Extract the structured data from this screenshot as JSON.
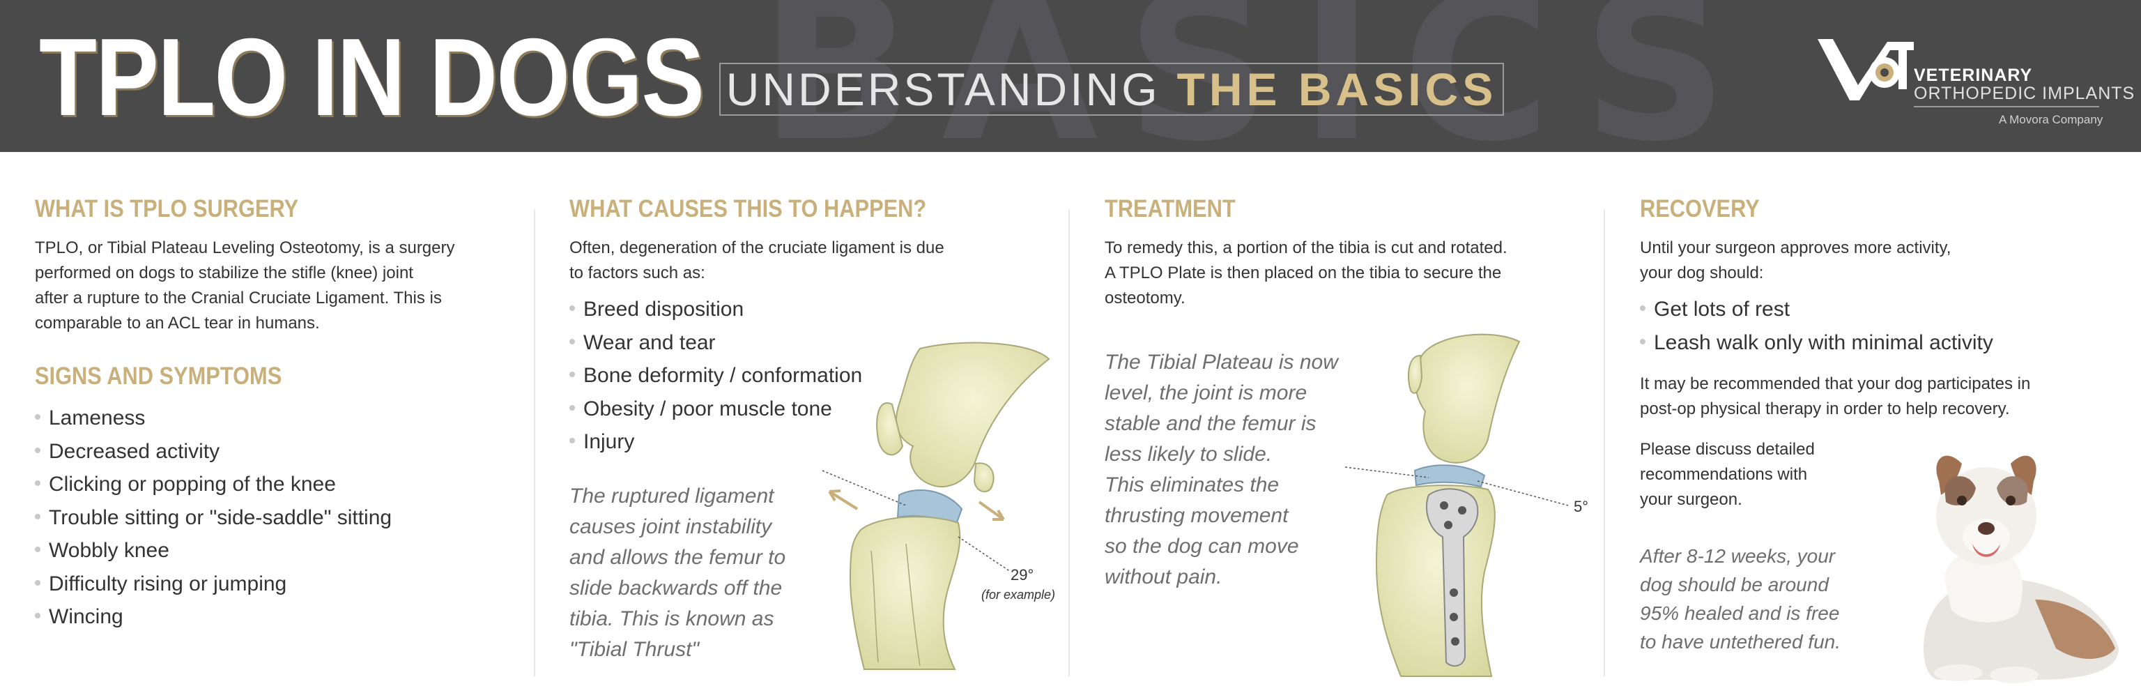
{
  "header": {
    "background_word": "BASICS",
    "title": "TPLO IN DOGS",
    "subtitle_light": "UNDERSTANDING",
    "subtitle_bold": "THE BASICS",
    "logo": {
      "line1": "VETERINARY",
      "line2": "ORTHOPEDIC IMPLANTS",
      "line3": "A Movora Company"
    }
  },
  "col1": {
    "heading": "WHAT IS TPLO SURGERY",
    "paragraph_lines": [
      "TPLO, or Tibial Plateau Leveling Osteotomy, is a surgery",
      "performed on dogs to stabilize the stifle (knee) joint",
      "after a rupture to the Cranial Cruciate Ligament. This is",
      "comparable to an ACL tear in humans."
    ],
    "heading2": "SIGNS AND SYMPTOMS",
    "bullets": [
      "Lameness",
      "Decreased activity",
      "Clicking or popping of the knee",
      "Trouble sitting or \"side-saddle\" sitting",
      "Wobbly knee",
      "Difficulty rising or jumping",
      "Wincing"
    ]
  },
  "col2": {
    "heading": "WHAT CAUSES THIS TO HAPPEN?",
    "paragraph_lines": [
      "Often, degeneration of the cruciate ligament is due",
      "to factors such as:"
    ],
    "bullets": [
      "Breed disposition",
      "Wear and tear",
      "Bone deformity / conformation",
      "Obesity / poor muscle tone",
      "Injury"
    ],
    "quote_lines": [
      "The ruptured ligament",
      "causes joint instability",
      "and allows the femur to",
      "slide backwards off the",
      "tibia. This is known as",
      "\"Tibial Thrust\""
    ],
    "figure_angle": "29°",
    "figure_note": "(for example)"
  },
  "col3": {
    "heading": "TREATMENT",
    "paragraph_lines": [
      "To remedy this, a portion of the tibia is cut and rotated.",
      "A TPLO Plate is then placed on the tibia to secure the",
      "osteotomy."
    ],
    "quote_lines": [
      "The Tibial Plateau is now",
      "level, the joint is more",
      "stable and the femur is",
      "less likely to slide.",
      "This eliminates the",
      "thrusting movement",
      "so the dog can move",
      "without pain."
    ],
    "figure_angle": "5°"
  },
  "col4": {
    "heading": "RECOVERY",
    "paragraph_lines": [
      "Until your surgeon approves more activity,",
      "your dog should:"
    ],
    "bullets": [
      "Get lots of rest",
      "Leash walk only with minimal activity"
    ],
    "paragraph2_lines": [
      "It may be recommended that your dog participates in",
      "post-op physical therapy in order to help recovery."
    ],
    "paragraph3_lines": [
      "Please discuss detailed",
      "recommendations with",
      "your surgeon."
    ],
    "quote_lines": [
      "After 8-12 weeks, your",
      "dog should be around",
      "95% healed and is free",
      "to have untethered fun."
    ]
  },
  "colors": {
    "header_bg": "#4a4a4a",
    "accent_gold": "#c9b07a",
    "bone": "#e6e6b4",
    "ligament_blue": "#a8c4d8"
  }
}
